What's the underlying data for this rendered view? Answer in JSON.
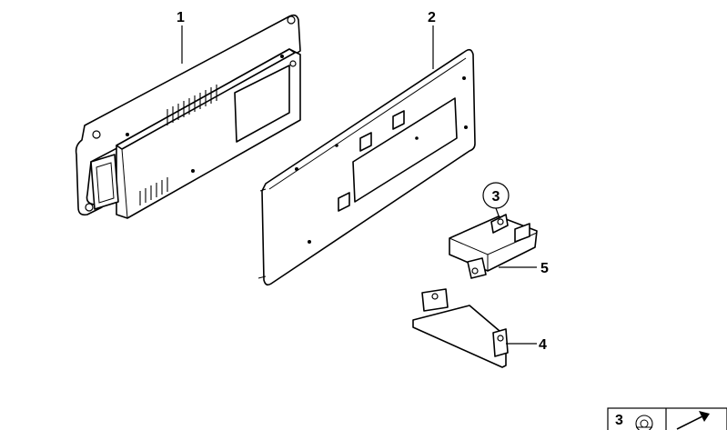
{
  "callouts": {
    "c1": "1",
    "c2": "2",
    "c3": "3",
    "c4": "4",
    "c5": "5"
  },
  "legend": {
    "item_number": "3"
  },
  "colors": {
    "line": "#000000",
    "background": "#ffffff"
  }
}
